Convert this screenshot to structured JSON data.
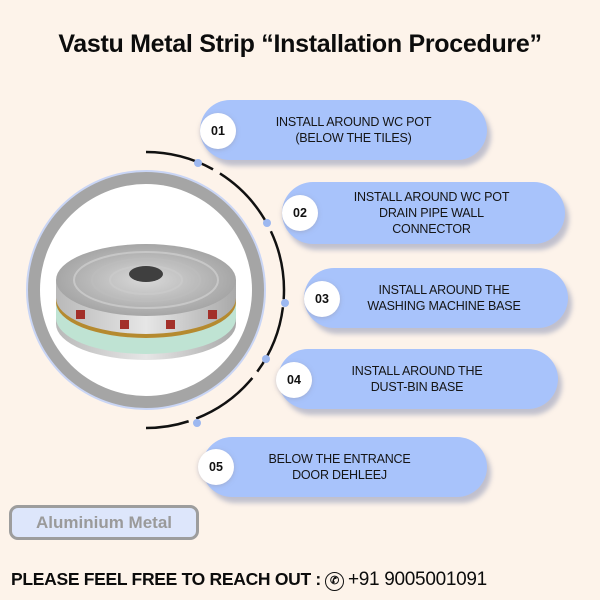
{
  "title": "Vastu Metal Strip “Installation Procedure”",
  "product_image": {
    "label": "aluminium-metal-strip-coil"
  },
  "steps": [
    {
      "number": "01",
      "text": "INSTALL AROUND WC POT\n(BELOW THE TILES)"
    },
    {
      "number": "02",
      "text": "INSTALL AROUND WC POT\nDRAIN PIPE WALL\nCONNECTOR"
    },
    {
      "number": "03",
      "text": "INSTALL AROUND THE\nWASHING MACHINE BASE"
    },
    {
      "number": "04",
      "text": "INSTALL AROUND THE\nDUST-BIN BASE"
    },
    {
      "number": "05",
      "text": "BELOW THE ENTRANCE\nDOOR DEHLEEJ"
    }
  ],
  "badge": {
    "label": "Aluminium Metal"
  },
  "footer": {
    "text": "PLEASE FEEL FREE TO REACH OUT :",
    "icon": "phone-icon",
    "phone": "+91 9005001091"
  },
  "colors": {
    "background": "#fdf3ea",
    "pill": "#a8c3fb",
    "ring": "#a5a5a5",
    "badge_bg": "#dde6fb"
  }
}
